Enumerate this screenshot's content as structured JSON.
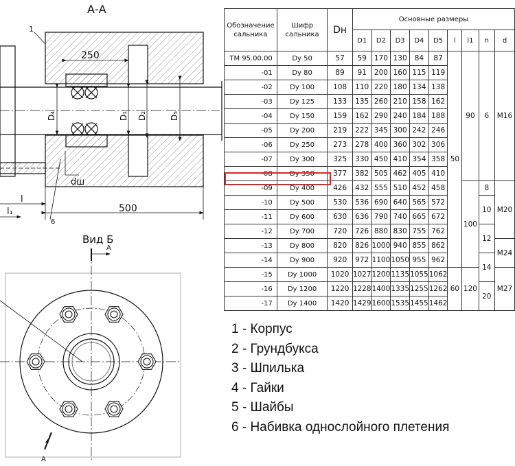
{
  "drawing": {
    "section_title": "А-А",
    "view_title": "Вид Б",
    "cut_label_top": "А",
    "cut_label_bottom": "А",
    "dims": {
      "d250": "250",
      "d500": "500",
      "dw": "dш",
      "l": "l",
      "l1": "l₁",
      "D1": "D₁",
      "D2": "D₂",
      "D4": "D₄",
      "D5": "D₅"
    },
    "callouts": {
      "c1": "1",
      "c6": "6"
    }
  },
  "table": {
    "headers": {
      "designation": "Обозначение сальника",
      "cipher": "Шифр сальника",
      "dn": "Dн",
      "main": "Основные размеры",
      "D1": "D1",
      "D2": "D2",
      "D3": "D3",
      "D4": "D4",
      "D5": "D5",
      "l": "l",
      "l1": "l1",
      "n": "n",
      "d": "d"
    },
    "rows": [
      {
        "des": "ТМ 95.00.00",
        "dy": "Dy 50",
        "dn": "57",
        "D1": "59",
        "D2": "170",
        "D3": "130",
        "D4": "84",
        "D5": "87"
      },
      {
        "des": "-01",
        "dy": "Dy 80",
        "dn": "89",
        "D1": "91",
        "D2": "200",
        "D3": "160",
        "D4": "115",
        "D5": "119"
      },
      {
        "des": "-02",
        "dy": "Dy 100",
        "dn": "108",
        "D1": "110",
        "D2": "220",
        "D3": "180",
        "D4": "134",
        "D5": "138"
      },
      {
        "des": "-03",
        "dy": "Dy 125",
        "dn": "133",
        "D1": "135",
        "D2": "260",
        "D3": "210",
        "D4": "158",
        "D5": "162"
      },
      {
        "des": "-04",
        "dy": "Dy 150",
        "dn": "159",
        "D1": "162",
        "D2": "290",
        "D3": "240",
        "D4": "184",
        "D5": "188"
      },
      {
        "des": "-05",
        "dy": "Dy 200",
        "dn": "219",
        "D1": "222",
        "D2": "345",
        "D3": "300",
        "D4": "242",
        "D5": "246"
      },
      {
        "des": "-06",
        "dy": "Dy 250",
        "dn": "273",
        "D1": "278",
        "D2": "400",
        "D3": "360",
        "D4": "302",
        "D5": "306"
      },
      {
        "des": "-07",
        "dy": "Dy 300",
        "dn": "325",
        "D1": "330",
        "D2": "450",
        "D3": "410",
        "D4": "354",
        "D5": "358"
      },
      {
        "des": "-08",
        "dy": "Dy 350",
        "dn": "377",
        "D1": "382",
        "D2": "505",
        "D3": "462",
        "D4": "405",
        "D5": "410"
      },
      {
        "des": "-09",
        "dy": "Dy 400",
        "dn": "426",
        "D1": "432",
        "D2": "555",
        "D3": "510",
        "D4": "452",
        "D5": "458"
      },
      {
        "des": "-10",
        "dy": "Dy 500",
        "dn": "530",
        "D1": "536",
        "D2": "690",
        "D3": "640",
        "D4": "565",
        "D5": "572"
      },
      {
        "des": "-11",
        "dy": "Dy 600",
        "dn": "630",
        "D1": "636",
        "D2": "790",
        "D3": "740",
        "D4": "665",
        "D5": "672"
      },
      {
        "des": "-12",
        "dy": "Dy 700",
        "dn": "720",
        "D1": "726",
        "D2": "880",
        "D3": "830",
        "D4": "755",
        "D5": "762"
      },
      {
        "des": "-13",
        "dy": "Dy 800",
        "dn": "820",
        "D1": "826",
        "D2": "1000",
        "D3": "940",
        "D4": "855",
        "D5": "862"
      },
      {
        "des": "-14",
        "dy": "Dy 900",
        "dn": "920",
        "D1": "972",
        "D2": "1100",
        "D3": "1050",
        "D4": "955",
        "D5": "962"
      },
      {
        "des": "-15",
        "dy": "Dy 1000",
        "dn": "1020",
        "D1": "1027",
        "D2": "1200",
        "D3": "1135",
        "D4": "1055",
        "D5": "1062"
      },
      {
        "des": "-16",
        "dy": "Dy 1200",
        "dn": "1220",
        "D1": "1228",
        "D2": "1400",
        "D3": "1335",
        "D4": "1255",
        "D5": "1262"
      },
      {
        "des": "-17",
        "dy": "Dy 1400",
        "dn": "1420",
        "D1": "1429",
        "D2": "1600",
        "D3": "1535",
        "D4": "1455",
        "D5": "1462"
      }
    ],
    "merged": {
      "l_50": "50",
      "l_60": "60",
      "l1_90": "90",
      "l1_100": "100",
      "l1_120": "120",
      "n_6": "6",
      "n_8": "8",
      "n_10": "10",
      "n_12": "12",
      "n_14": "14",
      "n_20": "20",
      "d_m16": "M16",
      "d_m20": "M20",
      "d_m24": "M24",
      "d_m27": "M27"
    },
    "highlight_color": "#e12424"
  },
  "legend": [
    "1 - Корпус",
    "2 - Грундбукса",
    "3 - Шпилька",
    "4 - Гайки",
    "5 - Шайбы",
    "6 - Набивка однослойного плетения"
  ]
}
